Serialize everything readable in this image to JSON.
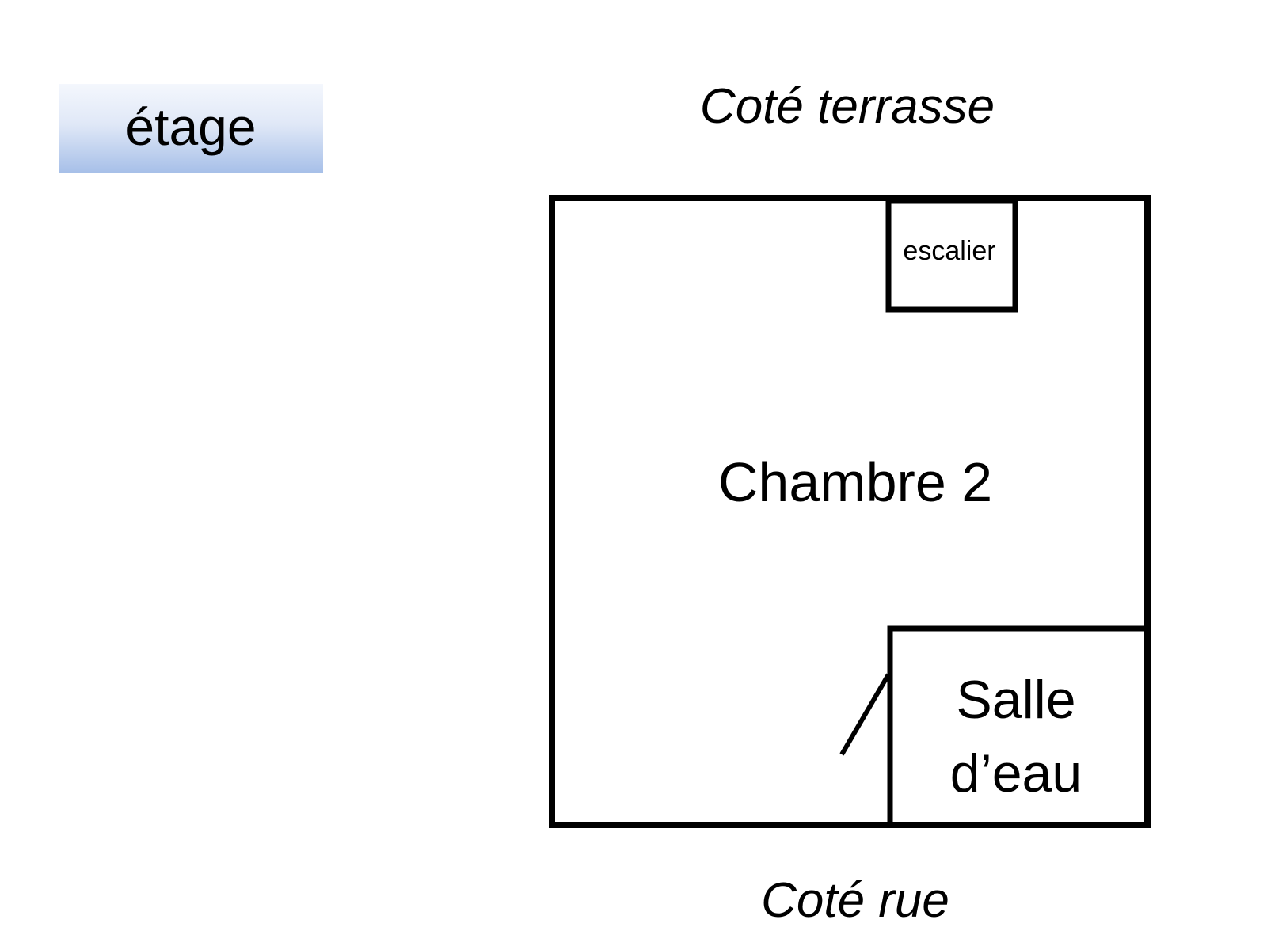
{
  "floor_badge": {
    "label": "étage"
  },
  "orientation": {
    "top": "Coté terrasse",
    "bottom": "Coté rue"
  },
  "rooms": {
    "stairs": "escalier",
    "bedroom": "Chambre 2",
    "bathroom_line1": "Salle",
    "bathroom_line2": "d’eau"
  },
  "colors": {
    "wall": "#000000",
    "badge_top": "#f4f7fd",
    "badge_bottom": "#a6bfe8"
  }
}
